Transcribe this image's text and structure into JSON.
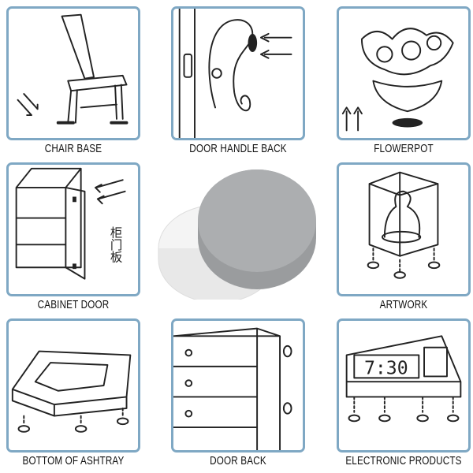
{
  "tiles": [
    {
      "label": "CHAIR BASE",
      "icon": "chair-icon"
    },
    {
      "label": "DOOR HANDLE BACK",
      "icon": "door-handle-icon"
    },
    {
      "label": "FLOWERPOT",
      "icon": "flowerpot-icon"
    },
    {
      "label": "CABINET DOOR",
      "icon": "cabinet-icon",
      "annotation": "柜门板"
    },
    {
      "label": "ARTWORK",
      "icon": "artwork-icon"
    },
    {
      "label": "BOTTOM OF ASHTRAY",
      "icon": "ashtray-icon"
    },
    {
      "label": "DOOR BACK",
      "icon": "dresser-icon"
    },
    {
      "label": "ELECTRONIC PRODUCTS",
      "icon": "clock-icon",
      "display": "7:30"
    }
  ],
  "colors": {
    "border": "#7fa8c4",
    "felt": "#a9abad",
    "backing": "#f4f4f4"
  }
}
